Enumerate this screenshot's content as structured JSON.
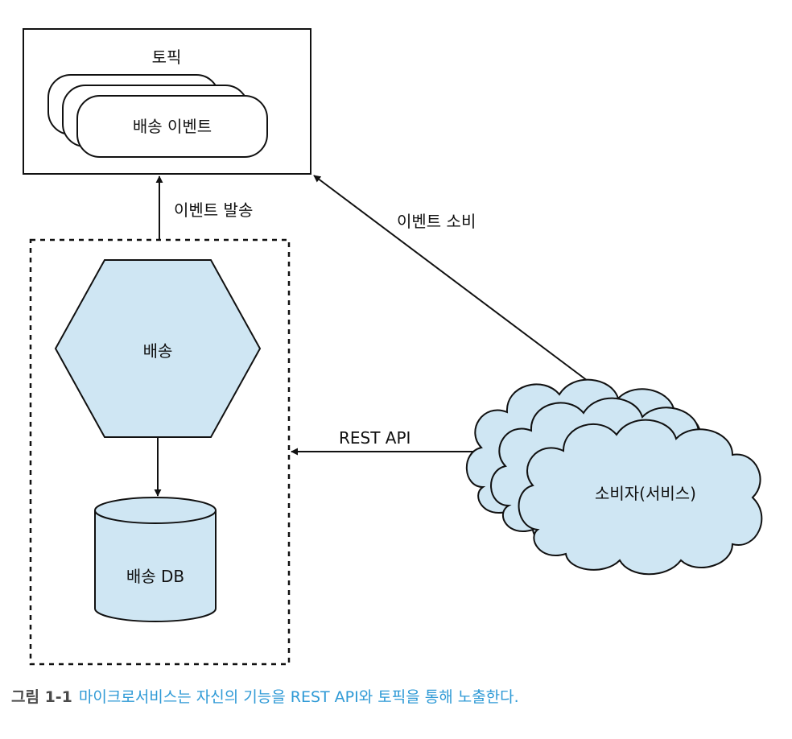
{
  "diagram": {
    "topic_title": "토픽",
    "topic_event": "배송 이벤트",
    "publish_label": "이벤트 발송",
    "consume_label": "이벤트 소비",
    "service_name": "배송",
    "database_name": "배송 DB",
    "rest_label": "REST API",
    "consumer_name": "소비자(서비스)"
  },
  "caption": {
    "figure_label": "그림 1-1",
    "text": "마이크로서비스는 자신의 기능을 REST API와 토픽을 통해 노출한다."
  },
  "colors": {
    "shape_fill": "#cfe6f3",
    "stroke": "#111111",
    "caption_label": "#4a4a4a",
    "caption_text": "#2f9ad6"
  }
}
